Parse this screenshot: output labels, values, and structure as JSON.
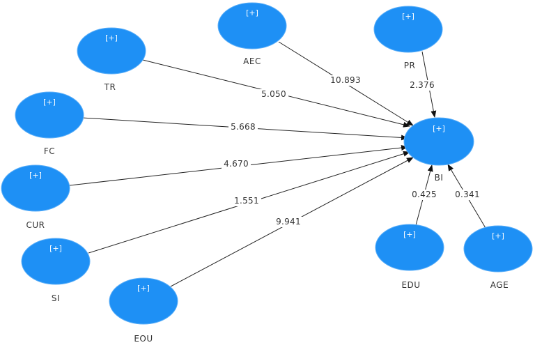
{
  "diagram": {
    "node_tag": "[+]",
    "nodes": [
      {
        "id": "AEC",
        "label": "AEC"
      },
      {
        "id": "PR",
        "label": "PR"
      },
      {
        "id": "TR",
        "label": "TR"
      },
      {
        "id": "FC",
        "label": "FC"
      },
      {
        "id": "CUR",
        "label": "CUR"
      },
      {
        "id": "SI",
        "label": "SI"
      },
      {
        "id": "EOU",
        "label": "EOU"
      },
      {
        "id": "BI",
        "label": "BI"
      },
      {
        "id": "EDU",
        "label": "EDU"
      },
      {
        "id": "AGE",
        "label": "AGE"
      }
    ],
    "edges": [
      {
        "from": "TR",
        "to": "BI",
        "value": "5.050"
      },
      {
        "from": "AEC",
        "to": "BI",
        "value": "10.893"
      },
      {
        "from": "PR",
        "to": "BI",
        "value": "2.376"
      },
      {
        "from": "FC",
        "to": "BI",
        "value": "5.668"
      },
      {
        "from": "CUR",
        "to": "BI",
        "value": "4.670"
      },
      {
        "from": "SI",
        "to": "BI",
        "value": "1.551"
      },
      {
        "from": "EOU",
        "to": "BI",
        "value": "9.941"
      },
      {
        "from": "EDU",
        "to": "BI",
        "value": "0.425"
      },
      {
        "from": "AGE",
        "to": "BI",
        "value": "0.341"
      }
    ],
    "colors": {
      "node_fill": "#1e90f5",
      "edge": "#222222"
    }
  }
}
